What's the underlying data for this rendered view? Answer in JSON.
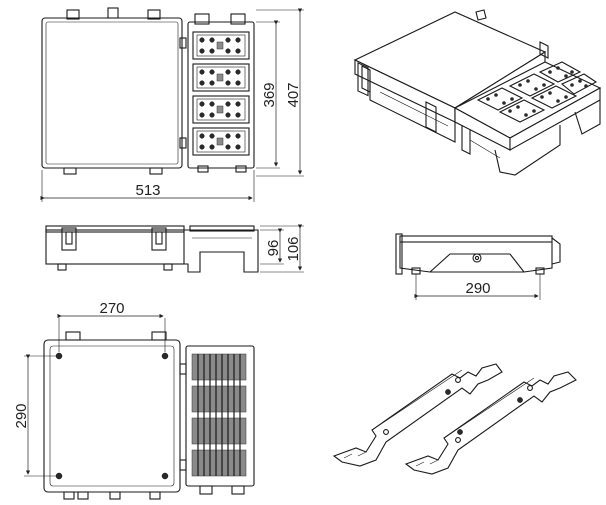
{
  "dimensions": {
    "top_width": "513",
    "top_inner_height": "369",
    "top_outer_height": "407",
    "side_inner_height": "96",
    "side_outer_height": "106",
    "front_width": "290",
    "bottom_width": "270",
    "bottom_height": "290"
  },
  "colors": {
    "line": "#1a1a1a",
    "background": "#ffffff"
  }
}
